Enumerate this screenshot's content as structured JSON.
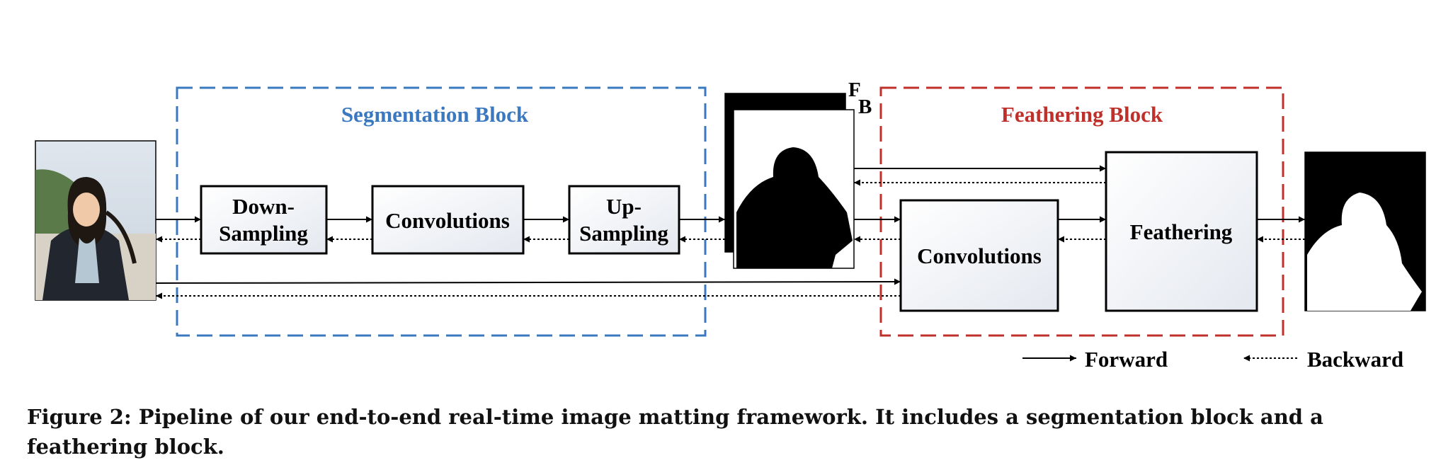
{
  "segmentation_block": {
    "title": "Segmentation Block",
    "color": "#3a78c0"
  },
  "feathering_block": {
    "title": "Feathering Block",
    "color": "#c0302a"
  },
  "nodes": {
    "down_sampling": [
      "Down-",
      "Sampling"
    ],
    "convolutions_seg": "Convolutions",
    "up_sampling": [
      "Up-",
      "Sampling"
    ],
    "convolutions_feather": "Convolutions",
    "feathering": "Feathering"
  },
  "mask_labels": {
    "foreground": "F",
    "background": "B"
  },
  "legend": {
    "forward": "Forward",
    "backward": "Backward"
  },
  "caption": "Figure 2: Pipeline of our end-to-end real-time image matting framework. It includes a segmentation block and a feathering block."
}
